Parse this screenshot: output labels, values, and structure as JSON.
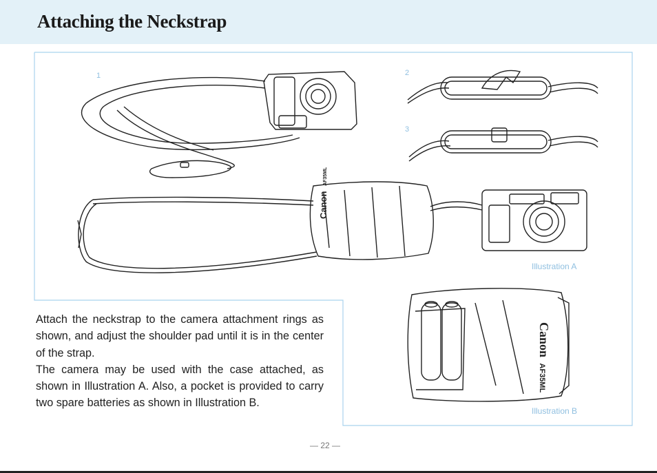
{
  "header": {
    "title": "Attaching the Neckstrap"
  },
  "illustrations": {
    "step_1": "1",
    "step_2": "2",
    "step_3": "3",
    "caption_a": "Illustration A",
    "caption_b": "Illustration B",
    "case_brand": "Canon",
    "case_model": "AF35ML"
  },
  "body": {
    "paragraph_1": "Attach the neckstrap to the camera attachment rings as shown, and adjust the shoulder pad until it is in the center of the strap.",
    "paragraph_2": "The camera may be used with the case attached, as shown in Illustration A. Also, a pocket is provided to carry two spare batteries as shown in Illustration B."
  },
  "footer": {
    "page_number": "— 22 —"
  },
  "colors": {
    "header_band": "#e3f1f8",
    "frame_line": "#a9d3ee",
    "caption": "#8fbfe0"
  }
}
